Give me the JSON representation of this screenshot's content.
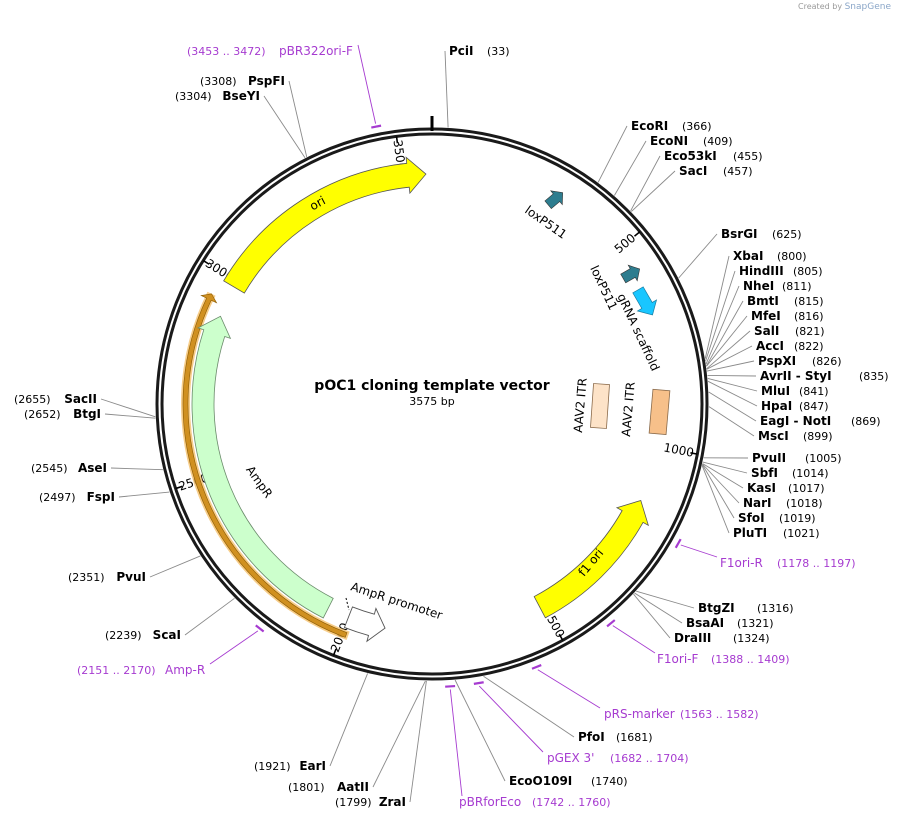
{
  "credit": {
    "prefix": "Created by",
    "brand": "SnapGene"
  },
  "plasmid": {
    "name": "pOC1 cloning template vector",
    "length_label": "3575 bp",
    "length": 3575
  },
  "ticks": [
    {
      "pos": 500,
      "label": "500"
    },
    {
      "pos": 1000,
      "label": "1000"
    },
    {
      "pos": 1500,
      "label": "1500"
    },
    {
      "pos": 2000,
      "label": "2000"
    },
    {
      "pos": 2500,
      "label": "2500"
    },
    {
      "pos": 3000,
      "label": "3000"
    },
    {
      "pos": 3500,
      "label": "3500"
    }
  ],
  "features": [
    {
      "id": "ori",
      "label": "ori",
      "color": "#ffff00"
    },
    {
      "id": "loxp511-a",
      "label": "loxP511",
      "color": "#2e7d8f"
    },
    {
      "id": "loxp511-b",
      "label": "loxP511",
      "color": "#2e7d8f"
    },
    {
      "id": "grna",
      "label": "gRNA scaffold",
      "color": "#19c6ff"
    },
    {
      "id": "itr-a",
      "label": "AAV2 ITR",
      "color": "#fde3c8"
    },
    {
      "id": "itr-b",
      "label": "AAV2 ITR",
      "color": "#f7c08a"
    },
    {
      "id": "f1ori",
      "label": "f1 ori",
      "color": "#ffff00"
    },
    {
      "id": "ampr",
      "label": "AmpR",
      "color": "#ccffcc"
    },
    {
      "id": "amprpro",
      "label": "AmpR promoter",
      "color": "#ffffff"
    }
  ],
  "sites": [
    {
      "name": "PciI",
      "pos": "(33)"
    },
    {
      "name": "EcoRI",
      "pos": "(366)"
    },
    {
      "name": "EcoNI",
      "pos": "(409)"
    },
    {
      "name": "Eco53kI",
      "pos": "(455)"
    },
    {
      "name": "SacI",
      "pos": "(457)"
    },
    {
      "name": "BsrGI",
      "pos": "(625)"
    },
    {
      "name": "XbaI",
      "pos": "(800)"
    },
    {
      "name": "HindIII",
      "pos": "(805)"
    },
    {
      "name": "NheI",
      "pos": "(811)"
    },
    {
      "name": "BmtI",
      "pos": "(815)"
    },
    {
      "name": "MfeI",
      "pos": "(816)"
    },
    {
      "name": "SalI",
      "pos": "(821)"
    },
    {
      "name": "AccI",
      "pos": "(822)"
    },
    {
      "name": "PspXI",
      "pos": "(826)"
    },
    {
      "name": "AvrII - StyI",
      "pos": "(835)"
    },
    {
      "name": "MluI",
      "pos": "(841)"
    },
    {
      "name": "HpaI",
      "pos": "(847)"
    },
    {
      "name": "EagI - NotI",
      "pos": "(869)"
    },
    {
      "name": "MscI",
      "pos": "(899)"
    },
    {
      "name": "PvuII",
      "pos": "(1005)"
    },
    {
      "name": "SbfI",
      "pos": "(1014)"
    },
    {
      "name": "KasI",
      "pos": "(1017)"
    },
    {
      "name": "NarI",
      "pos": "(1018)"
    },
    {
      "name": "SfoI",
      "pos": "(1019)"
    },
    {
      "name": "PluTI",
      "pos": "(1021)"
    },
    {
      "name": "BtgZI",
      "pos": "(1316)"
    },
    {
      "name": "BsaAI",
      "pos": "(1321)"
    },
    {
      "name": "DraIII",
      "pos": "(1324)"
    },
    {
      "name": "PfoI",
      "pos": "(1681)"
    },
    {
      "name": "EcoO109I",
      "pos": "(1740)"
    },
    {
      "name": "EarI",
      "pos": "(1921)"
    },
    {
      "name": "AatII",
      "pos": "(1801)"
    },
    {
      "name": "ZraI",
      "pos": "(1799)"
    },
    {
      "name": "ScaI",
      "pos": "(2239)"
    },
    {
      "name": "PvuI",
      "pos": "(2351)"
    },
    {
      "name": "FspI",
      "pos": "(2497)"
    },
    {
      "name": "AseI",
      "pos": "(2545)"
    },
    {
      "name": "BtgI",
      "pos": "(2652)"
    },
    {
      "name": "SacII",
      "pos": "(2655)"
    },
    {
      "name": "BseYI",
      "pos": "(3304)"
    },
    {
      "name": "PspFI",
      "pos": "(3308)"
    }
  ],
  "primers": [
    {
      "name": "pBR322ori-F",
      "range": "(3453 .. 3472)"
    },
    {
      "name": "F1ori-R",
      "range": "(1178 .. 1197)"
    },
    {
      "name": "F1ori-F",
      "range": "(1388 .. 1409)"
    },
    {
      "name": "pRS-marker",
      "range": "(1563 .. 1582)"
    },
    {
      "name": "pGEX 3'",
      "range": "(1682 .. 1704)"
    },
    {
      "name": "pBRforEco",
      "range": "(1742 .. 1760)"
    },
    {
      "name": "Amp-R",
      "range": "(2151 .. 2170)"
    }
  ]
}
